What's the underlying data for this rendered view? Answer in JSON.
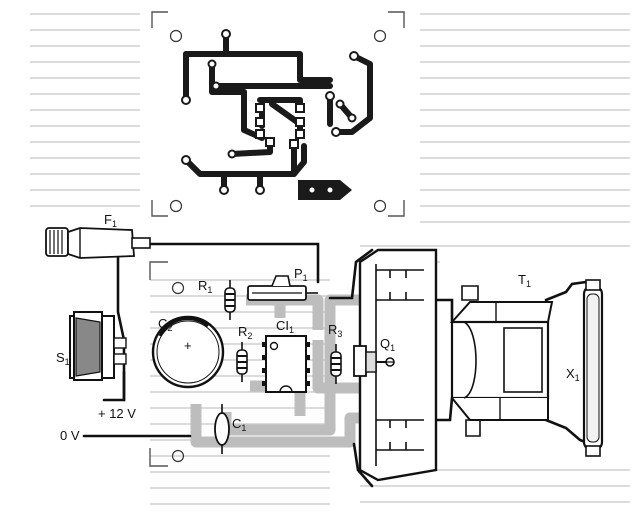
{
  "labels": {
    "fuse": {
      "base": "F",
      "sub": "1"
    },
    "switch": {
      "base": "S",
      "sub": "1"
    },
    "supply_positive": "+ 12 V",
    "supply_ground": "0 V",
    "capacitor_c2": {
      "base": "C",
      "sub": "2"
    },
    "capacitor_c1": {
      "base": "C",
      "sub": "1"
    },
    "resistor_r1": {
      "base": "R",
      "sub": "1"
    },
    "resistor_r2": {
      "base": "R",
      "sub": "2"
    },
    "resistor_r3": {
      "base": "R",
      "sub": "3"
    },
    "potentiometer_p1": {
      "base": "P",
      "sub": "1"
    },
    "ic_ci1": {
      "base": "CI",
      "sub": "1"
    },
    "transistor_q1": {
      "base": "Q",
      "sub": "1"
    },
    "transformer_t1": {
      "base": "T",
      "sub": "1"
    },
    "lamp_x1": {
      "base": "X",
      "sub": "1"
    },
    "c2_polarity": "+"
  },
  "colors": {
    "ink": "#111111",
    "copper": "#1a1a1a",
    "board_trace": "#bdbdbd",
    "background_text": "#cfcfcf"
  }
}
